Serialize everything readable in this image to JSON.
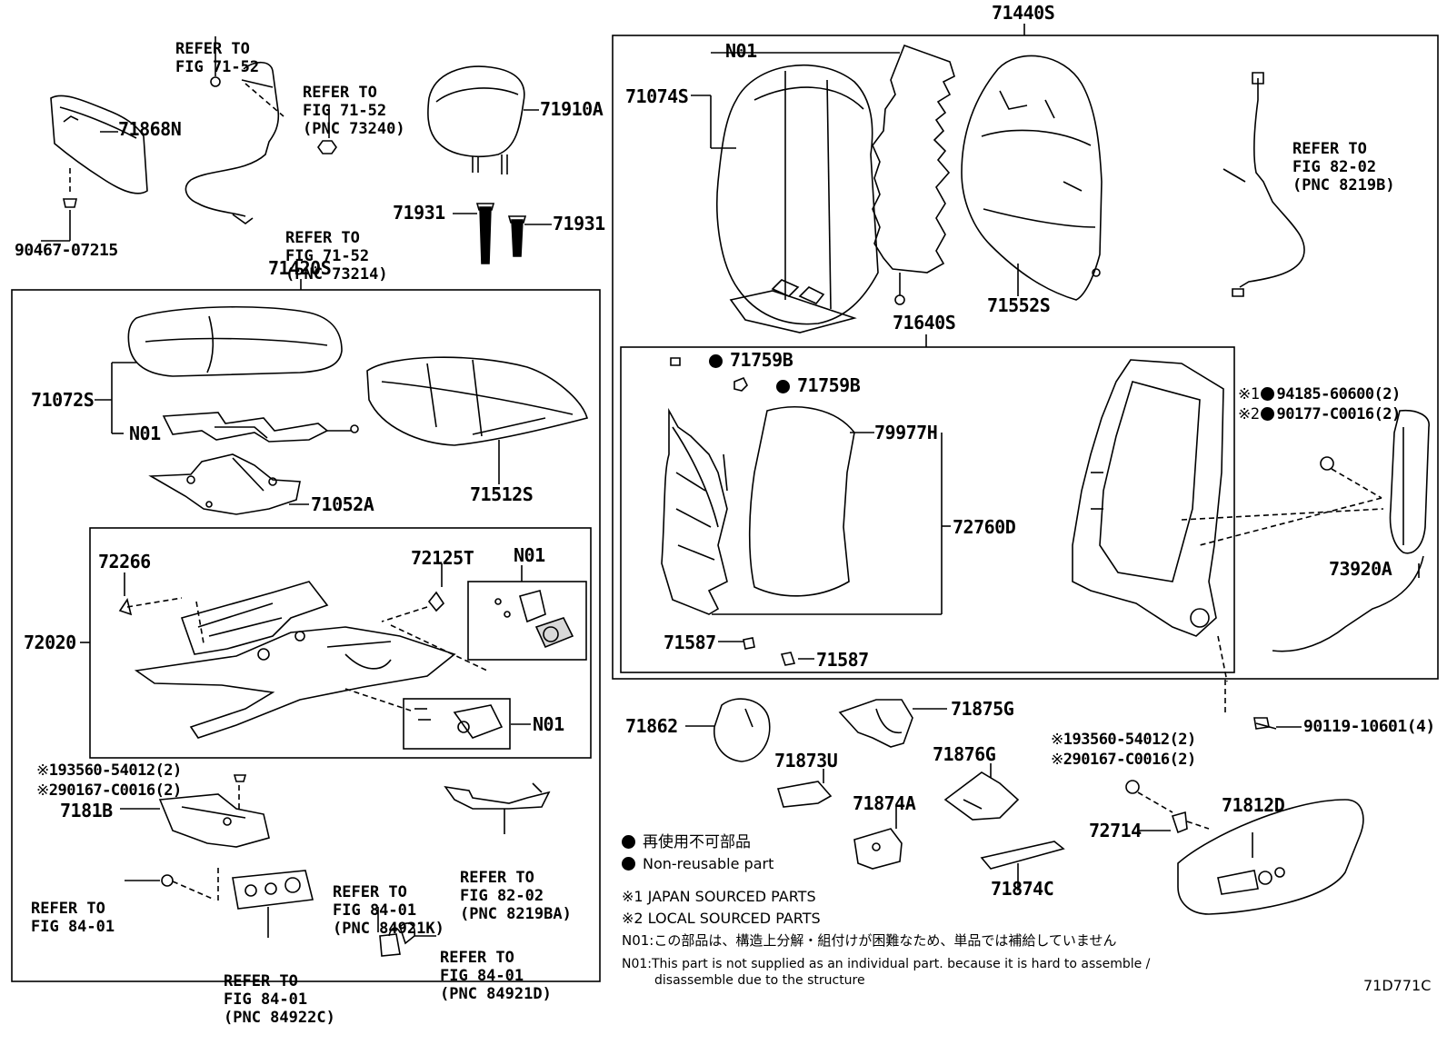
{
  "parts": {
    "p71440S": "71440S",
    "p71420S": "71420S",
    "p71868N": "71868N",
    "p90467": "90467-07215",
    "p71910A": "71910A",
    "p71931a": "71931",
    "p71931b": "71931",
    "p71074S": "71074S",
    "n01_top": "N01",
    "p71552S": "71552S",
    "p71640S": "71640S",
    "p71759B_1": "71759B",
    "p71759B_2": "71759B",
    "p79977H": "79977H",
    "p72760D": "72760D",
    "p71587a": "71587",
    "p71587b": "71587",
    "p73920A": "73920A",
    "p90119": "90119-10601(4)",
    "p94185": "94185-60600(2)",
    "p90177": "90177-C0016(2)",
    "p71072S": "71072S",
    "n01_cushion": "N01",
    "p71512S": "71512S",
    "p71052A": "71052A",
    "p72266": "72266",
    "p72125T": "72125T",
    "n01_adjA": "N01",
    "n01_adjB": "N01",
    "p72020": "72020",
    "p193560_l": "193560-54012(2)",
    "p290167_l": "290167-C0016(2)",
    "p7181B": "7181B",
    "p71862": "71862",
    "p71875G": "71875G",
    "p71873U": "71873U",
    "p71876G": "71876G",
    "p71874A": "71874A",
    "p71874C": "71874C",
    "p193560_r": "193560-54012(2)",
    "p290167_r": "290167-C0016(2)",
    "p72714": "72714",
    "p71812D": "71812D"
  },
  "refs": {
    "r1": [
      "REFER TO",
      "FIG 71-52"
    ],
    "r2": [
      "REFER TO",
      "FIG 71-52",
      "(PNC 73240)"
    ],
    "r3": [
      "REFER TO",
      "FIG 71-52",
      "(PNC 73214)"
    ],
    "r4": [
      "REFER TO",
      "FIG 82-02",
      "(PNC 8219B)"
    ],
    "r5": [
      "REFER TO",
      "FIG 84-01"
    ],
    "r6": [
      "REFER TO",
      "FIG 84-01",
      "(PNC 84921K)"
    ],
    "r7": [
      "REFER TO",
      "FIG 82-02",
      "(PNC 8219BA)"
    ],
    "r8": [
      "REFER TO",
      "FIG 84-01",
      "(PNC 84921D)"
    ],
    "r9": [
      "REFER TO",
      "FIG 84-01",
      "(PNC 84922C)"
    ]
  },
  "marks": {
    "m1": "※1",
    "m2": "※2",
    "x1": "※",
    "x2": "※"
  },
  "legend": {
    "jp_nonreusable": "再使用不可部品",
    "en_nonreusable": "Non-reusable part",
    "note1": "※1 JAPAN SOURCED PARTS",
    "note2": "※2 LOCAL SOURCED PARTS",
    "n01_jp": "N01:この部品は、構造上分解・組付けが困難なため、単品では補給していません",
    "n01_en_1": "N01:This part is not supplied as an individual part. because it is hard to assemble /",
    "n01_en_2": "disassemble due to the structure"
  },
  "figure_code": "71D771C"
}
